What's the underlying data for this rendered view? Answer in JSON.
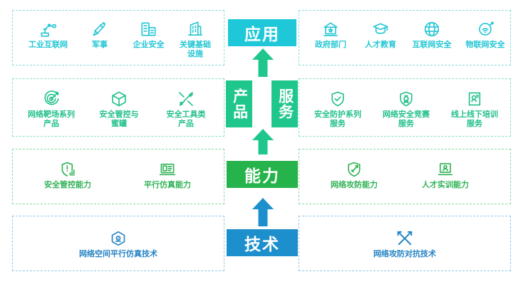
{
  "diagram": {
    "title_hidden": "",
    "colors": {
      "application": "#1ec8d9",
      "product_service": "#20c78d",
      "capability": "#27b34b",
      "technology": "#1d8fcc",
      "dash_cyan": "#8adcdf",
      "dash_green_light": "#8ae0c2",
      "dash_green": "#8bd9a1",
      "dash_blue": "#93c7e6"
    }
  },
  "layers": [
    {
      "key": "application",
      "stage_label": "应用",
      "stage_orientation": "horizontal",
      "accent": "#1ec8d9",
      "dash": "#8adcdf",
      "left_items": [
        {
          "label": "工业互联网",
          "icon": "robot-arm-icon"
        },
        {
          "label": "军事",
          "icon": "missile-icon"
        },
        {
          "label": "企业安全",
          "icon": "office-building-icon"
        },
        {
          "label": "关键基础\n设施",
          "icon": "infrastructure-icon"
        }
      ],
      "right_items": [
        {
          "label": "政府部门",
          "icon": "government-icon"
        },
        {
          "label": "人才教育",
          "icon": "graduation-cap-icon"
        },
        {
          "label": "互联网安全",
          "icon": "globe-icon"
        },
        {
          "label": "物联网安全",
          "icon": "iot-wifi-icon"
        }
      ]
    },
    {
      "key": "product_service",
      "stage_label_left": "产品",
      "stage_label_right": "服务",
      "stage_orientation": "vertical",
      "accent": "#20c78d",
      "dash": "#8ae0c2",
      "left_items": [
        {
          "label": "网络靶场系列\n产品",
          "icon": "target-icon"
        },
        {
          "label": "安全管控与\n蜜罐",
          "icon": "cube-icon"
        },
        {
          "label": "安全工具类\n产品",
          "icon": "tools-icon"
        }
      ],
      "right_items": [
        {
          "label": "安全防护系列\n服务",
          "icon": "shield-check-icon"
        },
        {
          "label": "网络安全竞赛\n服务",
          "icon": "medal-shield-icon"
        },
        {
          "label": "线上线下培训\n服务",
          "icon": "training-doc-icon"
        }
      ]
    },
    {
      "key": "capability",
      "stage_label": "能力",
      "stage_orientation": "horizontal",
      "accent": "#27b34b",
      "dash": "#8bd9a1",
      "left_items": [
        {
          "label": "安全管控能力",
          "icon": "shield-alert-chart-icon"
        },
        {
          "label": "平行仿真能力",
          "icon": "laptop-simulation-icon"
        }
      ],
      "right_items": [
        {
          "label": "网络攻防能力",
          "icon": "shield-sword-icon"
        },
        {
          "label": "人才实训能力",
          "icon": "person-screen-icon"
        }
      ]
    },
    {
      "key": "technology",
      "stage_label": "技术",
      "stage_orientation": "horizontal",
      "accent": "#1d8fcc",
      "dash": "#93c7e6",
      "left_items": [
        {
          "label": "网络空间平行仿真技术",
          "icon": "cube-eye-icon"
        }
      ],
      "right_items": [
        {
          "label": "网络攻防对抗技术",
          "icon": "crossed-swords-icon"
        }
      ]
    }
  ],
  "arrows": [
    {
      "name": "arrow-capability-to-product",
      "color": "#20c78d",
      "direction": "up"
    },
    {
      "name": "arrow-product-to-application",
      "color": "#20c78d",
      "direction": "up"
    },
    {
      "name": "arrow-technology-to-capability",
      "color": "#1d8fcc",
      "direction": "up"
    }
  ]
}
